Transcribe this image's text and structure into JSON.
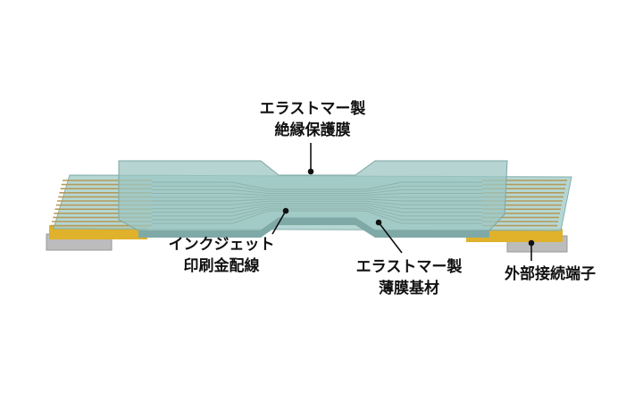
{
  "labels": {
    "insulation": {
      "line1": "エラストマー製",
      "line2": "絶縁保護膜"
    },
    "wiring": {
      "line1": "インクジェット",
      "line2": "印刷金配線"
    },
    "substrate": {
      "line1": "エラストマー製",
      "line2": "薄膜基材"
    },
    "terminal": {
      "line1": "外部接続端子"
    }
  },
  "colors": {
    "film": "#9fc9c6",
    "film_edge": "#7fa7a5",
    "gold": "#e0b12a",
    "terminal": "#b9b9b9",
    "trace": "#b59a5a"
  }
}
